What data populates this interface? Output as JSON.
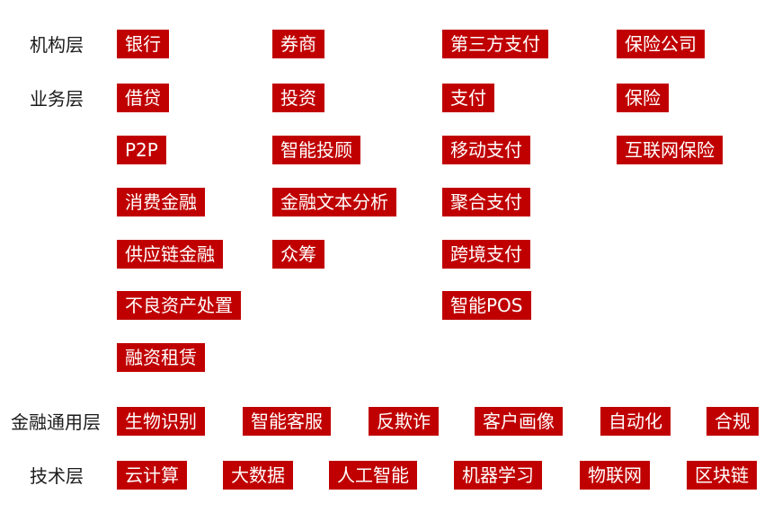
{
  "layers": {
    "institution": {
      "label": "机构层",
      "items": [
        "银行",
        "券商",
        "第三方支付",
        "保险公司"
      ]
    },
    "business": {
      "label": "业务层",
      "columns": [
        [
          "借贷",
          "P2P",
          "消费金融",
          "供应链金融",
          "不良资产处置",
          "融资租赁"
        ],
        [
          "投资",
          "智能投顾",
          "金融文本分析",
          "众筹"
        ],
        [
          "支付",
          "移动支付",
          "聚合支付",
          "跨境支付",
          "智能POS"
        ],
        [
          "保险",
          "互联网保险"
        ]
      ]
    },
    "general": {
      "label": "金融通用层",
      "items": [
        "生物识别",
        "智能客服",
        "反欺诈",
        "客户画像",
        "自动化",
        "合规"
      ]
    },
    "technology": {
      "label": "技术层",
      "items": [
        "云计算",
        "大数据",
        "人工智能",
        "机器学习",
        "物联网",
        "区块链"
      ]
    }
  },
  "colors": {
    "tag_bg": "#c00000",
    "tag_text": "#ffffff",
    "label_text": "#1a1a1a"
  }
}
